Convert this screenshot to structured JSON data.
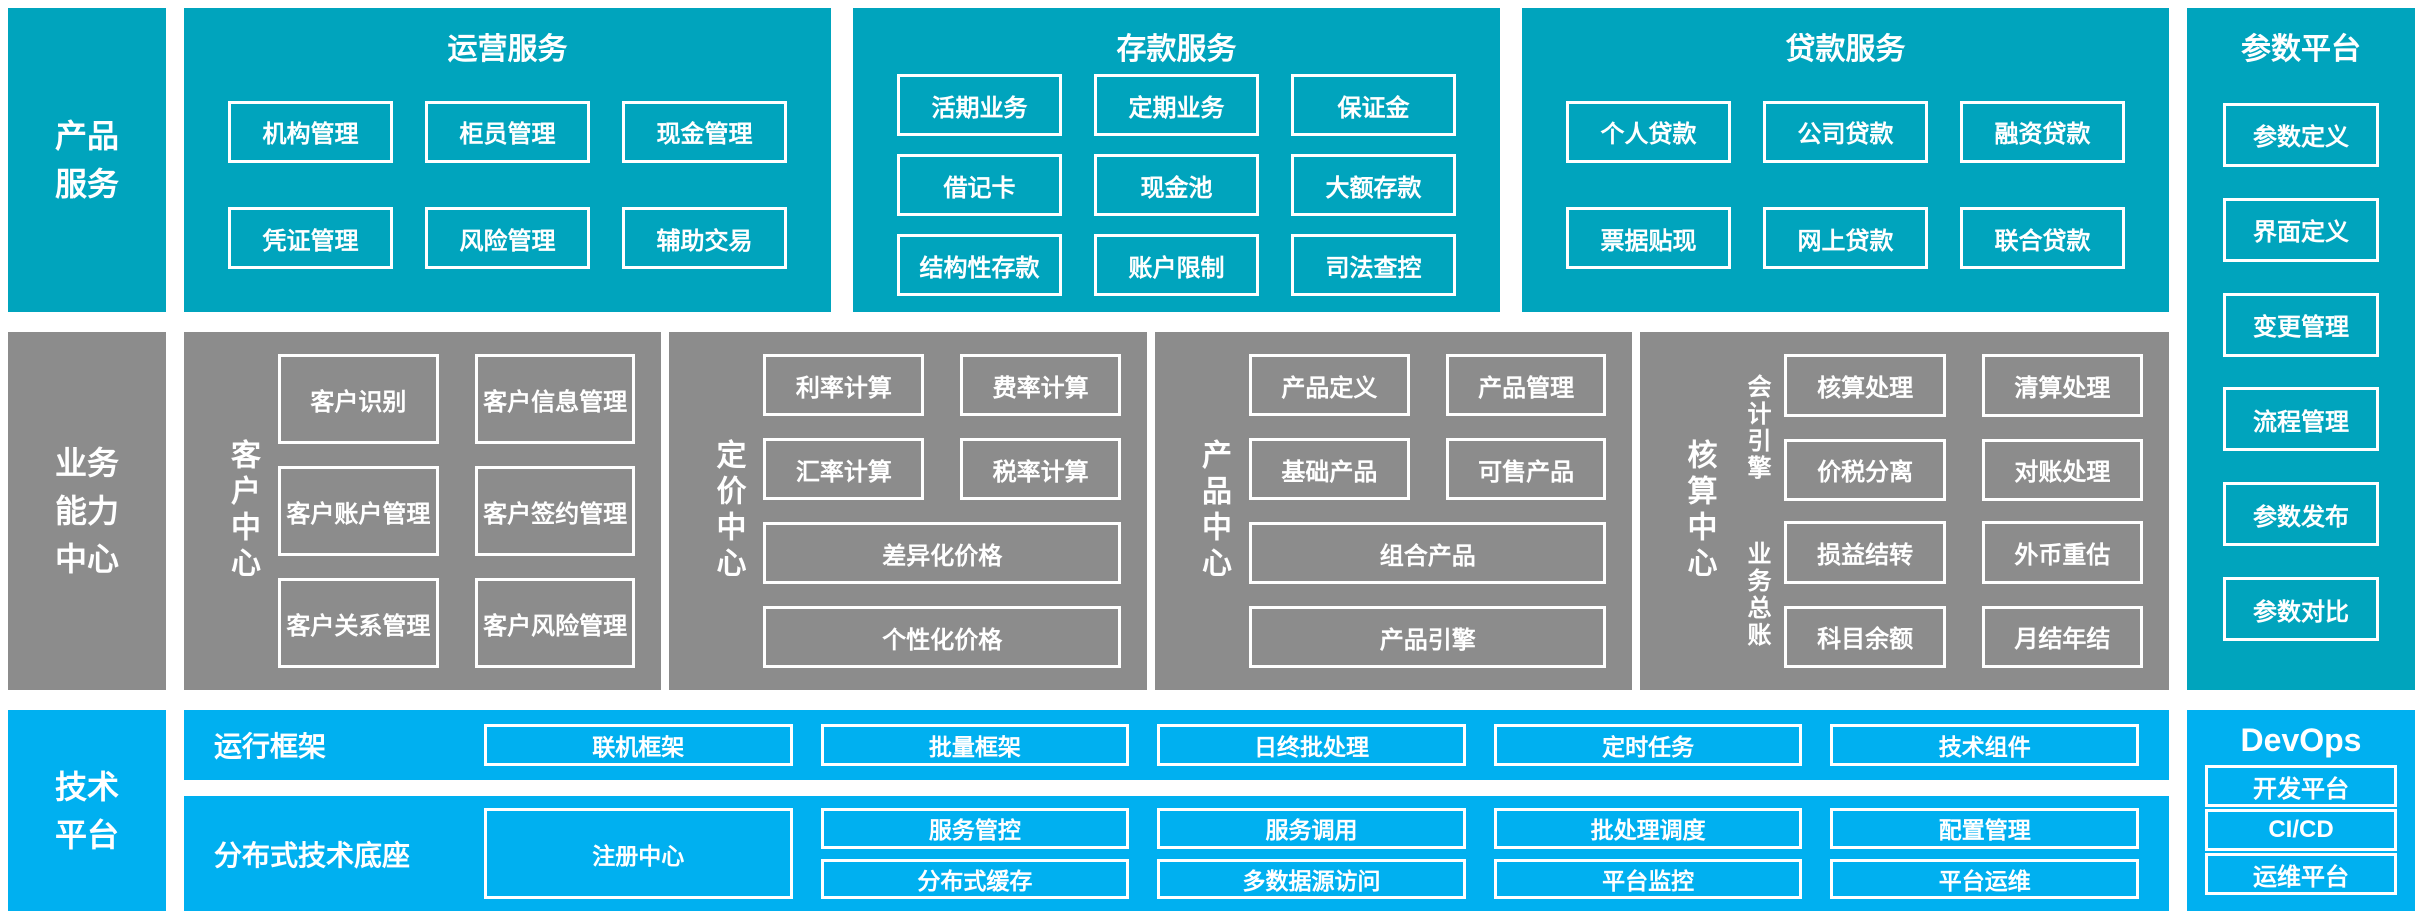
{
  "colors": {
    "teal": "#00a4bd",
    "gray": "#8c8c8c",
    "blue": "#00b0f0"
  },
  "sections": {
    "product": {
      "side_label": "产品\n服务",
      "operations": {
        "title": "运营服务",
        "items": [
          "机构管理",
          "柜员管理",
          "现金管理",
          "凭证管理",
          "风险管理",
          "辅助交易"
        ]
      },
      "deposit": {
        "title": "存款服务",
        "items": [
          "活期业务",
          "定期业务",
          "保证金",
          "借记卡",
          "现金池",
          "大额存款",
          "结构性存款",
          "账户限制",
          "司法查控"
        ]
      },
      "loan": {
        "title": "贷款服务",
        "items": [
          "个人贷款",
          "公司贷款",
          "融资贷款",
          "票据贴现",
          "网上贷款",
          "联合贷款"
        ]
      }
    },
    "parameter_platform": {
      "title": "参数平台",
      "items": [
        "参数定义",
        "界面定义",
        "变更管理",
        "流程管理",
        "参数发布",
        "参数对比"
      ]
    },
    "business": {
      "side_label": "业务\n能力\n中心",
      "customer": {
        "label": "客户中心",
        "items": [
          "客户识别",
          "客户信息管理",
          "客户账户管理",
          "客户签约管理",
          "客户关系管理",
          "客户风险管理"
        ]
      },
      "pricing": {
        "label": "定价中心",
        "items": [
          "利率计算",
          "费率计算",
          "汇率计算",
          "税率计算"
        ],
        "wide_items": [
          "差异化价格",
          "个性化价格"
        ]
      },
      "product_center": {
        "label": "产品中心",
        "items": [
          "产品定义",
          "产品管理",
          "基础产品",
          "可售产品"
        ],
        "wide_items": [
          "组合产品",
          "产品引擎"
        ]
      },
      "accounting": {
        "label": "核算中心",
        "groups": [
          {
            "label": "会计引擎",
            "items": [
              "核算处理",
              "清算处理",
              "价税分离",
              "对账处理"
            ]
          },
          {
            "label": "业务总账",
            "items": [
              "损益结转",
              "外币重估",
              "科目余额",
              "月结年结"
            ]
          }
        ]
      }
    },
    "tech": {
      "side_label": "技术\n平台",
      "runtime": {
        "label": "运行框架",
        "items": [
          "联机框架",
          "批量框架",
          "日终批处理",
          "定时任务",
          "技术组件"
        ]
      },
      "distributed": {
        "label": "分布式技术底座",
        "registry": "注册中心",
        "items": [
          "服务管控",
          "服务调用",
          "批处理调度",
          "配置管理",
          "分布式缓存",
          "多数据源访问",
          "平台监控",
          "平台运维"
        ]
      },
      "devops": {
        "title": "DevOps",
        "items": [
          "开发平台",
          "CI/CD",
          "运维平台"
        ]
      }
    }
  }
}
